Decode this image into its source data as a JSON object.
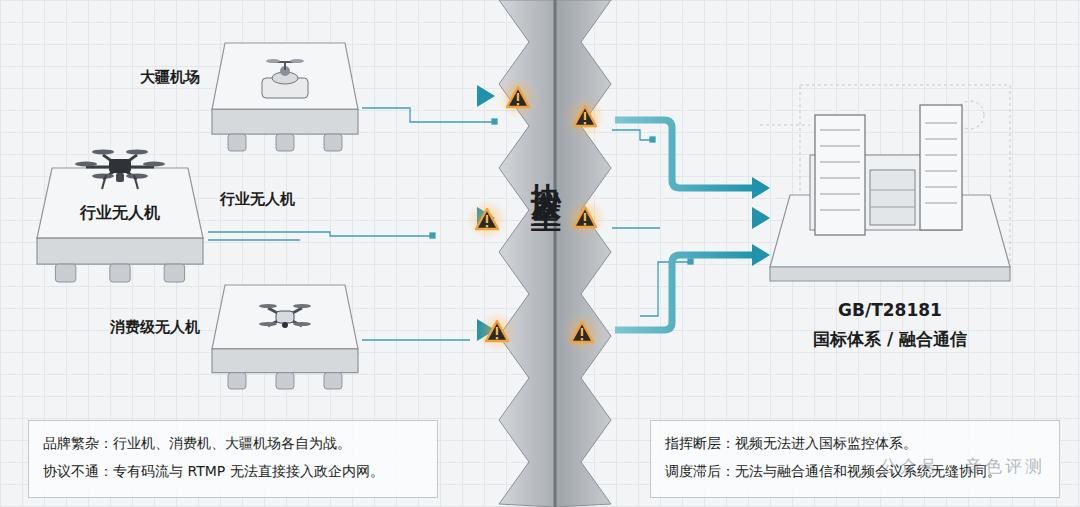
{
  "diagram": {
    "nodes": [
      {
        "text": [
          "大疆机场"
        ]
      },
      {
        "text": [
          "行业无人机"
        ]
      },
      {
        "text": [
          "消费级无人机"
        ]
      },
      {
        "text": [
          "协议壁垒"
        ]
      },
      {
        "text": [
          "GB/T28181",
          "国标体系 / 融合通信"
        ]
      },
      {
        "text": [
          "品牌繁杂：行业机、消费机、大疆机场各自为战。",
          "协议不通：专有码流与 RTMP 无法直接接入政企内网。"
        ]
      },
      {
        "text": [
          "指挥断层：视频无法进入国标监控体系。",
          "调度滞后：无法与融合通信和视频会议系统无缝协同。"
        ]
      }
    ],
    "edges": [
      {
        "from": 0,
        "to": 3,
        "arrow": "to"
      },
      {
        "from": 1,
        "to": 3,
        "label": "行业无人机",
        "arrow": "to"
      },
      {
        "from": 2,
        "to": 3,
        "arrow": "to"
      },
      {
        "from": 3,
        "to": 4,
        "arrow": "to"
      },
      {
        "from": 3,
        "to": 4,
        "arrow": "to"
      },
      {
        "from": 3,
        "to": 4,
        "arrow": "to"
      }
    ],
    "labels": [
      "公众号 · 音色评测"
    ]
  }
}
